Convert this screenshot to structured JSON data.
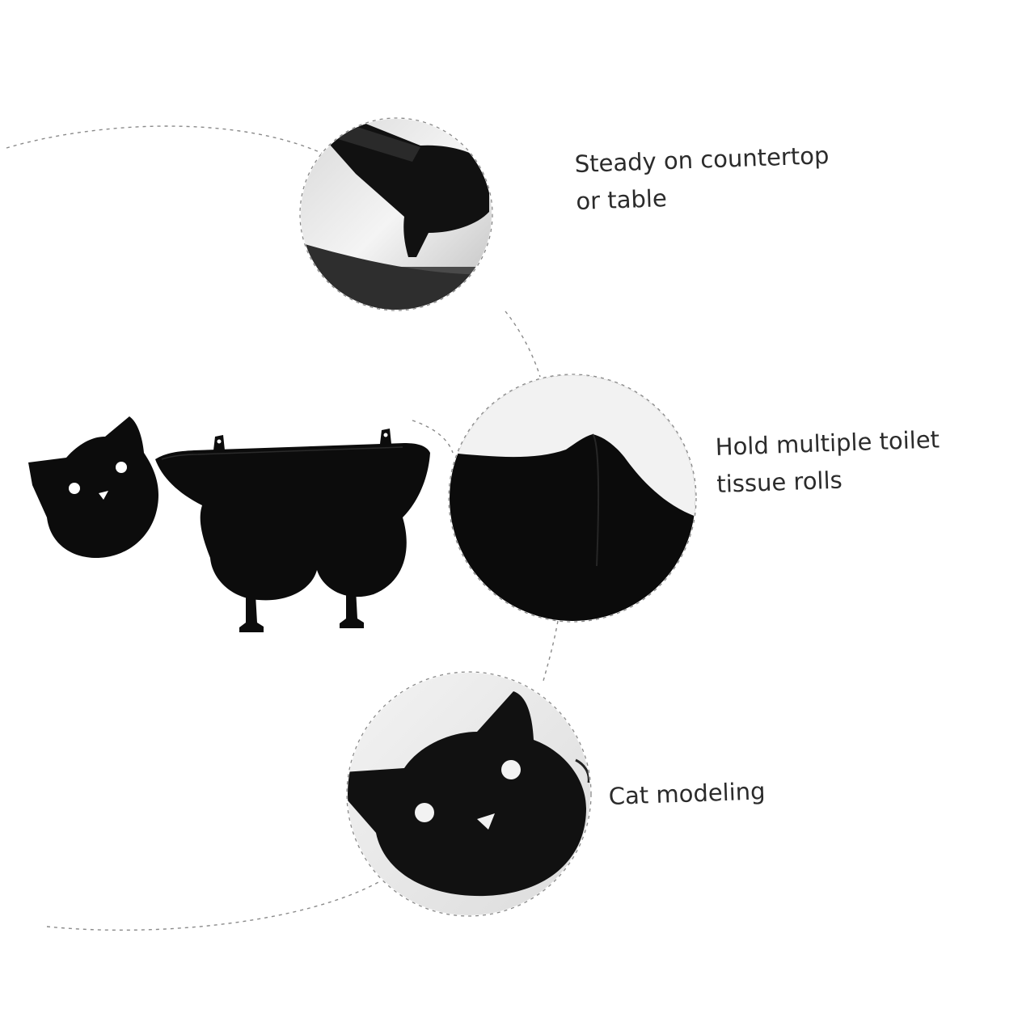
{
  "features": [
    {
      "line1": "Steady on countertop",
      "line2": "or table"
    },
    {
      "line1": "Hold multiple toilet",
      "line2": "tissue rolls"
    },
    {
      "line1": "Cat modeling",
      "line2": ""
    }
  ],
  "colors": {
    "background": "#ffffff",
    "product": "#0c0c0c",
    "dashed_line": "#8a8a8a",
    "text": "#2b2b2b",
    "backdrop_light": "#ececec"
  },
  "icons": [
    "cat-head-icon",
    "foot-pad-icon",
    "shelf-edge-icon"
  ]
}
